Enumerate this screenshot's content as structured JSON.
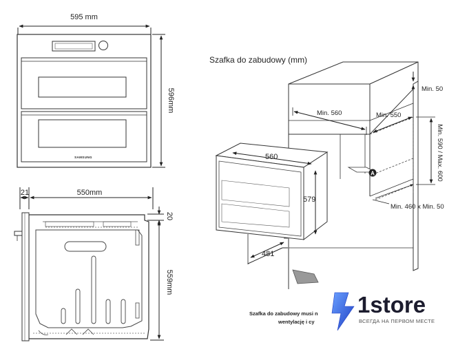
{
  "front_view": {
    "width_label": "595 mm",
    "height_label": "596mm",
    "brand": "SAMSUNG"
  },
  "side_view": {
    "depth_label": "550mm",
    "door_label": "21",
    "top_gap_label": "20",
    "height_label": "559mm"
  },
  "cabinet": {
    "title": "Szafka do zabudowy (mm)",
    "min_top": "Min. 50",
    "min_width": "Min. 560",
    "min_depth": "Min. 550",
    "height_range": "Min. 590 / Max. 600",
    "oven_width": "560",
    "oven_height": "579",
    "oven_depth": "481",
    "marker": "A",
    "opening": "Min. 460 x Min. 50",
    "note_line1": "Szafka do zabudowy musi n",
    "note_line2": "wentylację i cy"
  },
  "logo": {
    "name": "1store",
    "tagline": "ВСЕГДА НА ПЕРВОМ МЕСТЕ",
    "accent": "#3b6cf0",
    "bolt": "#2a4fd6"
  }
}
